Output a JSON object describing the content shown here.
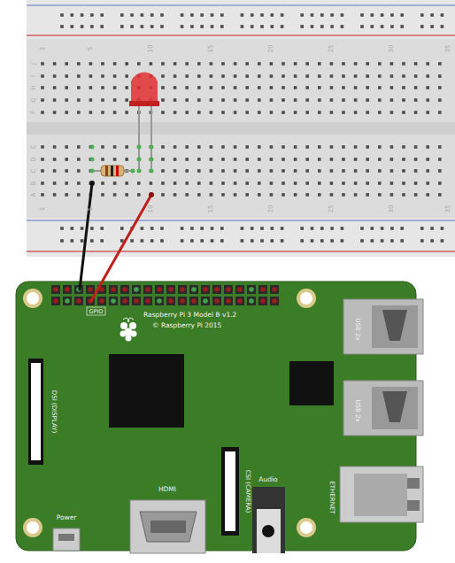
{
  "diagram": {
    "nodes": [
      {
        "text": [
          "Raspberry Pi 3 Model B v1.2",
          "© Raspberry Pi 2015"
        ]
      }
    ],
    "labels": [
      "1",
      "5",
      "10",
      "15",
      "20",
      "25",
      "30",
      "35",
      "J",
      "I",
      "H",
      "G",
      "F",
      "E",
      "D",
      "C",
      "B",
      "A",
      "1",
      "5",
      "10",
      "15",
      "20",
      "25",
      "30",
      "35",
      "GPIO",
      "USB 2x",
      "USB 2x",
      "DSI (DISPLAY)",
      "ETHERNET",
      "HDMI",
      "CSI (CAMERA)",
      "Audio",
      "Power"
    ]
  }
}
